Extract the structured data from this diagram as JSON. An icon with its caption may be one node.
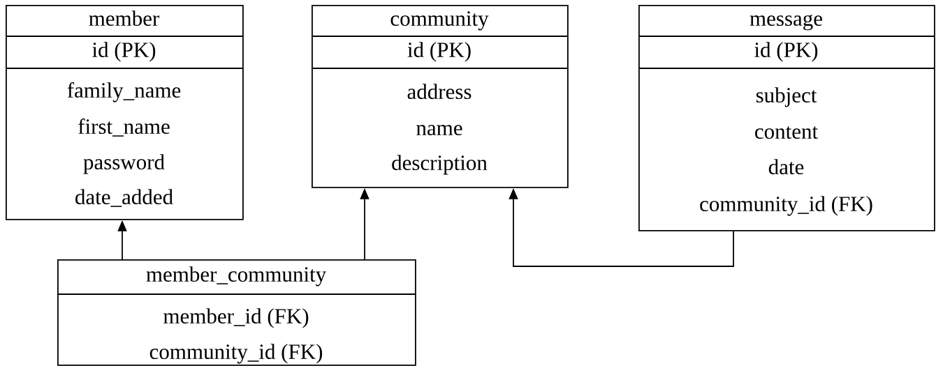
{
  "diagram": {
    "nodes": [
      {
        "text": [
          "member",
          "id (PK)",
          "family_name",
          "first_name",
          "password",
          "date_added"
        ]
      },
      {
        "text": [
          "community",
          "id (PK)",
          "address",
          "name",
          "description"
        ]
      },
      {
        "text": [
          "message",
          "id (PK)",
          "subject",
          "content",
          "date",
          "community_id (FK)"
        ]
      },
      {
        "text": [
          "member_community",
          "member_id (FK)",
          "community_id (FK)"
        ]
      }
    ],
    "edges": [
      {
        "from": 3,
        "to": 0,
        "arrow": "to"
      },
      {
        "from": 3,
        "to": 1,
        "arrow": "to"
      },
      {
        "from": 2,
        "to": 1,
        "arrow": "to"
      }
    ]
  }
}
